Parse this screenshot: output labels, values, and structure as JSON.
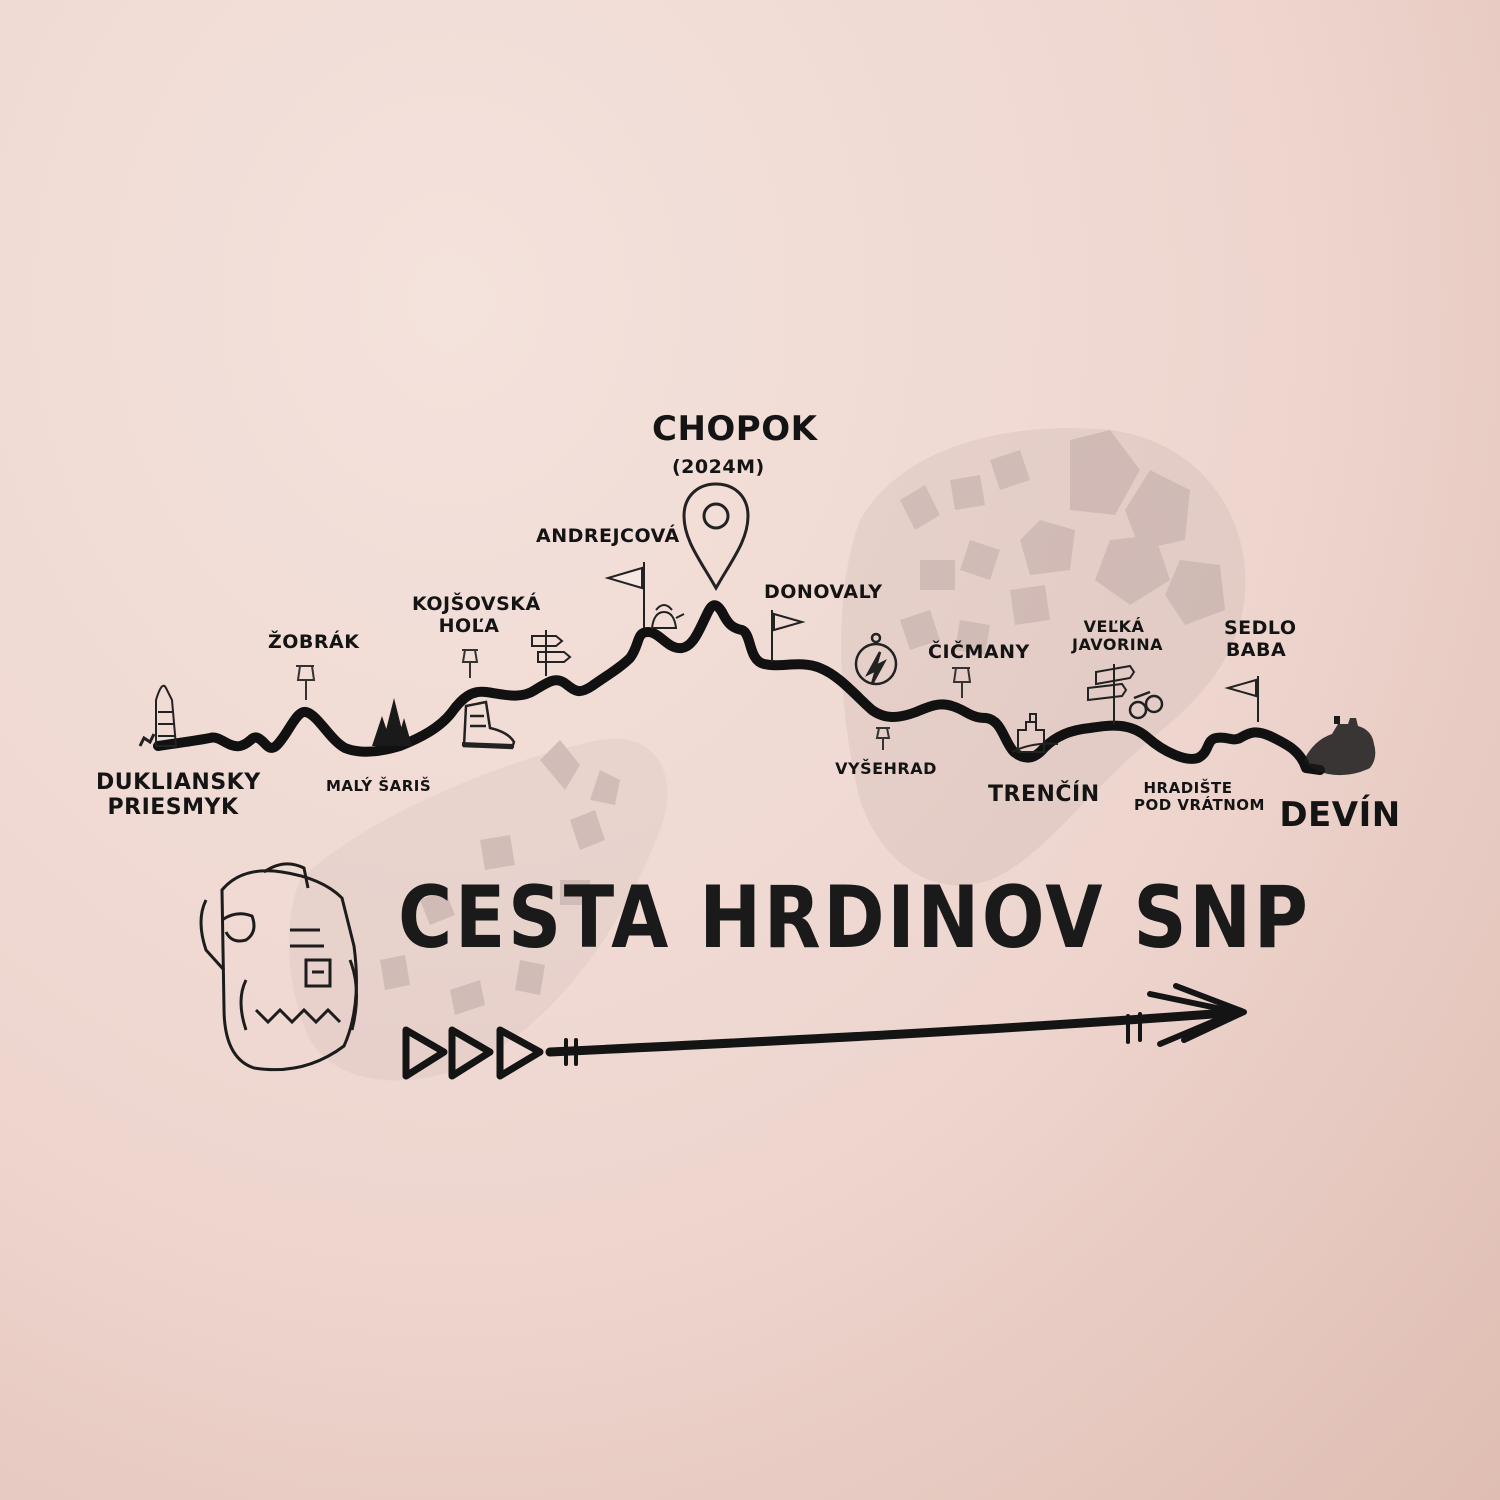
{
  "title": "CESTA HRDINOV SNP",
  "summit": {
    "name": "CHOPOK",
    "elevation": "(2024m)"
  },
  "stops": {
    "dukliansky": "DUKLIANSKY\nPRIESMYK",
    "zobrak": "ŽOBRÁK",
    "maly_saris": "MALÝ ŠARIŠ",
    "kojsovska": "KOJŠOVSKÁ\nHOĽA",
    "andrejcova": "ANDREJCOVÁ",
    "donovaly": "DONOVALY",
    "vysehrad": "VYŠEHRAD",
    "cicmany": "ČIČMANY",
    "trencin": "TRENČÍN",
    "velka_javorina": "VEĽKÁ\nJAVORINA",
    "hradiste": "HRADIŠTE\nPOD VRÁTNOM",
    "sedlo_baba": "SEDLO\nBABA",
    "devin": "DEVÍN"
  },
  "colors": {
    "ink": "#141414",
    "background": "#f0dbd4",
    "watermark": "#b8a29d"
  },
  "icons": [
    "location-pin-icon",
    "flag-icon",
    "pushpin-icon",
    "signpost-icon",
    "compass-icon",
    "binoculars-icon",
    "boot-icon",
    "pine-trees-icon",
    "kettle-icon",
    "castle-icon",
    "monument-icon",
    "backpack-icon",
    "arrow-icon",
    "footprint-watermark-icon"
  ]
}
